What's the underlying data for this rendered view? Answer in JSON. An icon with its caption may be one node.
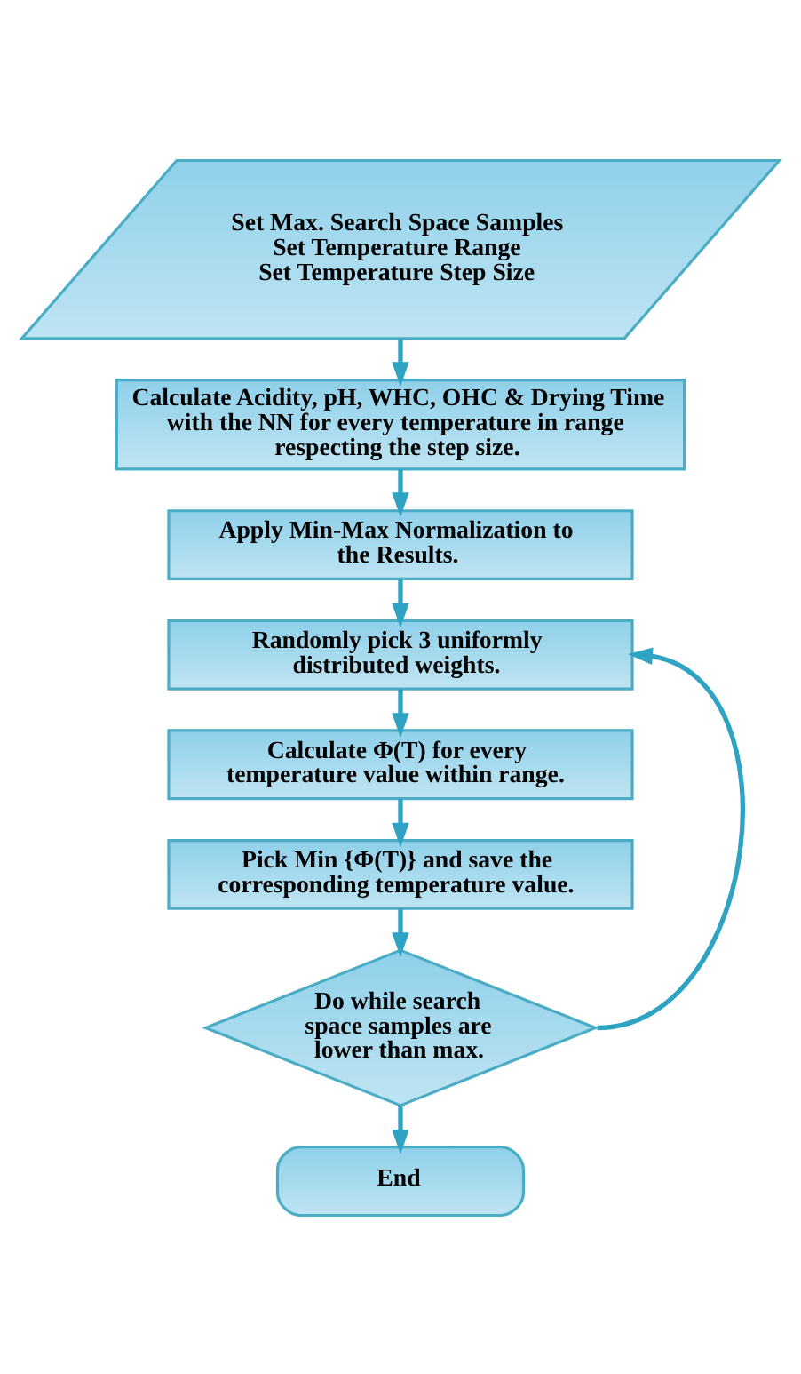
{
  "diagram": {
    "nodes": [
      {
        "text": [
          "Set Max. Search Space Samples",
          "Set Temperature Range",
          "Set Temperature Step Size"
        ]
      },
      {
        "text": [
          "Calculate Acidity, pH, WHC, OHC & Drying Time with the NN for every temperature in range respecting the step size."
        ]
      },
      {
        "text": [
          "Apply Min-Max Normalization to the Results."
        ]
      },
      {
        "text": [
          "Randomly pick 3 uniformly distributed weights."
        ]
      },
      {
        "text": [
          "Calculate Φ(T) for every temperature value within range."
        ]
      },
      {
        "text": [
          "Pick Min {Φ(T)} and save the corresponding temperature value."
        ]
      },
      {
        "text": [
          "Do while search space samples are lower than max."
        ]
      },
      {
        "text": [
          "End"
        ]
      }
    ],
    "edges": [
      {
        "from": 0,
        "to": 1,
        "arrow": "to"
      },
      {
        "from": 1,
        "to": 2,
        "arrow": "to"
      },
      {
        "from": 2,
        "to": 3,
        "arrow": "to"
      },
      {
        "from": 3,
        "to": 4,
        "arrow": "to"
      },
      {
        "from": 4,
        "to": 5,
        "arrow": "to"
      },
      {
        "from": 5,
        "to": 6,
        "arrow": "to"
      },
      {
        "from": 6,
        "to": 7,
        "arrow": "to"
      },
      {
        "from": 6,
        "to": 3,
        "arrow": "to"
      }
    ]
  }
}
